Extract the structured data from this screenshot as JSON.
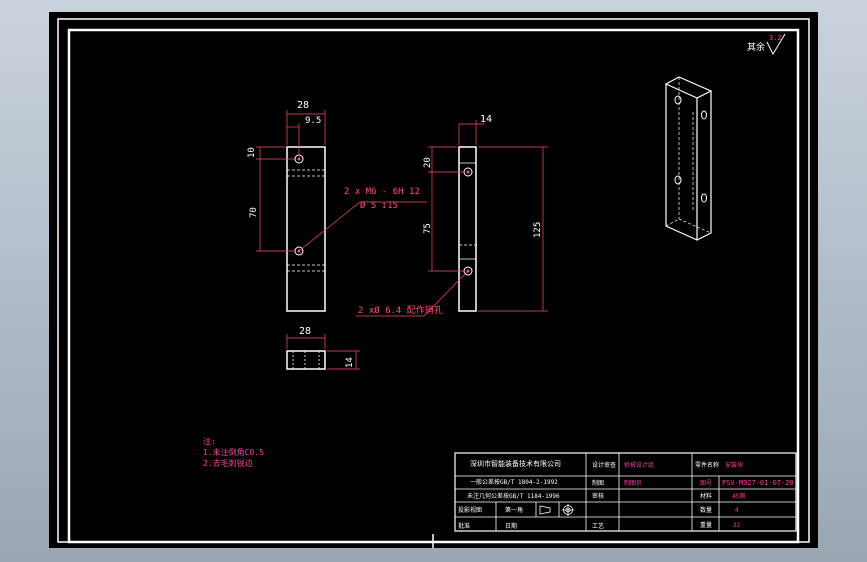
{
  "drawing": {
    "roughness_label": "其余",
    "roughness_value": "3.2",
    "front_view": {
      "dim_width": "28",
      "dim_offset": "9.5",
      "dim_top": "10",
      "dim_spacing": "70"
    },
    "side_view": {
      "dim_thickness": "14",
      "dim_top": "20",
      "dim_spacing": "75",
      "dim_length": "125"
    },
    "top_view": {
      "dim_width": "28",
      "dim_height": "14"
    },
    "callouts": {
      "thread_line1": "2 x  M6 - 6H 12",
      "thread_line2": "Ø 5 ↧15",
      "pin_hole": "2 xØ  6.4 配作销孔"
    },
    "notes": {
      "title": "注:",
      "line1": "1.未注倒角C0.5",
      "line2": "2.去毛刺锐边"
    },
    "title_block": {
      "company": "深圳市智能装备技术有限公司",
      "std1": "一般公差按GB/T 1804-2-1992",
      "std2": "未注几何公差按GB/T 1184-1996",
      "proj_label": "投影视图",
      "scale_label": "第一角",
      "approve_label": "批准",
      "date_label": "日期",
      "designer_label": "设计审查",
      "designer_value": "机械设计组",
      "drawn_label": "制图",
      "checked_label": "审核",
      "checked_value": "制图员",
      "part_name_label": "零件名称",
      "part_name_value": "安装块",
      "drawing_no_label": "图号",
      "drawing_no_value": "PSV-M027-01-07-20",
      "material_label": "材料",
      "material_value": "45钢",
      "qty_label": "数量",
      "qty_value": "4",
      "process_label": "工艺",
      "weight_label": "重量",
      "weight_value": "32"
    },
    "colors": {
      "line": "#ffffff",
      "dim": "#ff4d6d",
      "text": "#ff3fa0"
    }
  }
}
